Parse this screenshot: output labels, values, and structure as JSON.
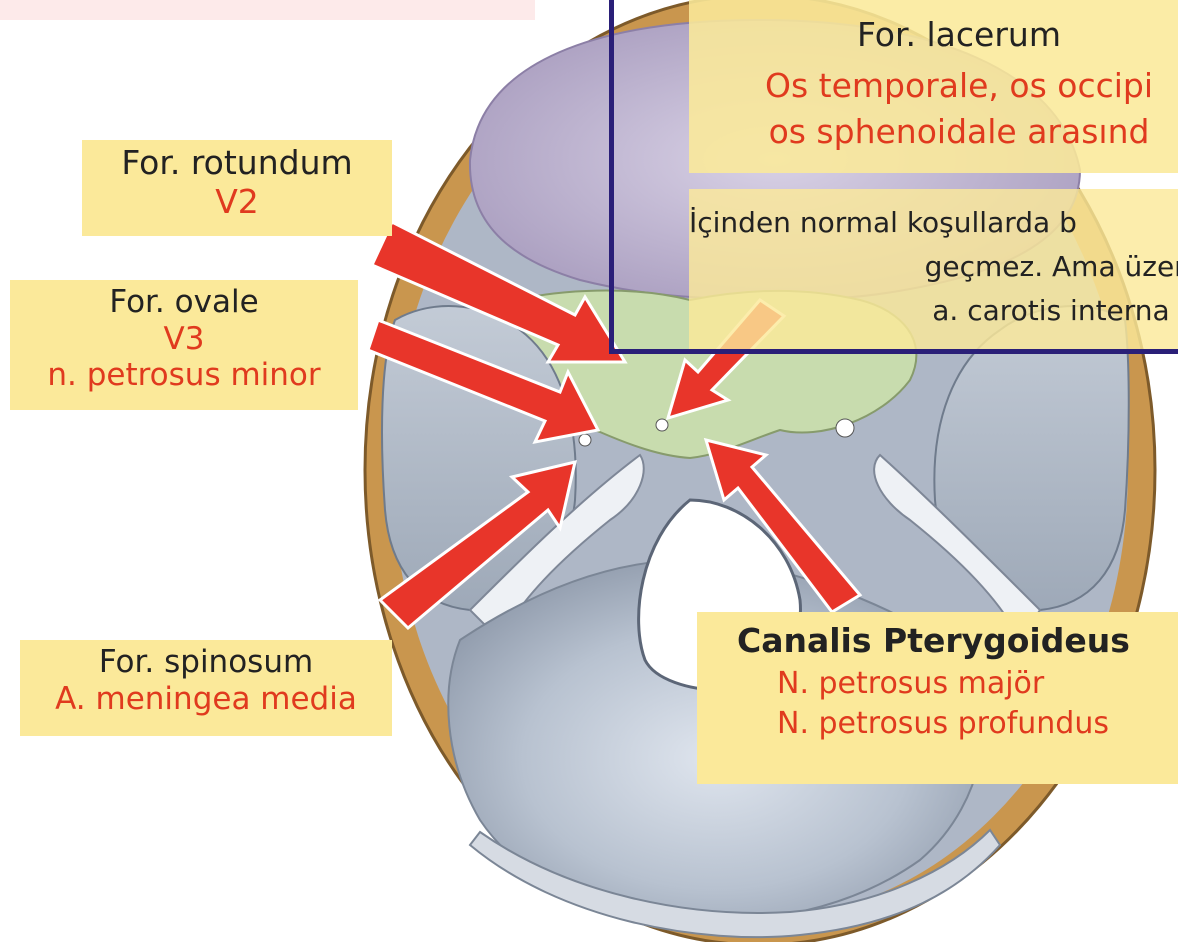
{
  "labels": {
    "lacerum": {
      "title": "For. lacerum",
      "line1": "Os temporale, os occipi",
      "line2": "os sphenoidale arasınd",
      "note1": "İçinden normal koşullarda b",
      "note2": "geçmez. Ama üzerind",
      "note3": "a. carotis interna geç"
    },
    "rotundum": {
      "title": "For. rotundum",
      "line1": "V2"
    },
    "ovale": {
      "title": "For. ovale",
      "line1": "V3",
      "line2": "n. petrosus minor"
    },
    "spinosum": {
      "title": "For. spinosum",
      "line1": "A. meningea media"
    },
    "pterygoideus": {
      "title": "Canalis Pterygoideus",
      "line1": "N. petrosus majör",
      "line2": "N. petrosus profundus"
    }
  },
  "colors": {
    "label_background": "#fbe99a",
    "label_red_text": "#e03a1e",
    "arrow": "#e8352a",
    "inset_border": "#2a1f78",
    "bone_outer": "#c9964e",
    "bone_inner": "#b9c2cf",
    "sphenoid_green": "#c8dcae",
    "frontal_purple": "#c9c1d8"
  }
}
